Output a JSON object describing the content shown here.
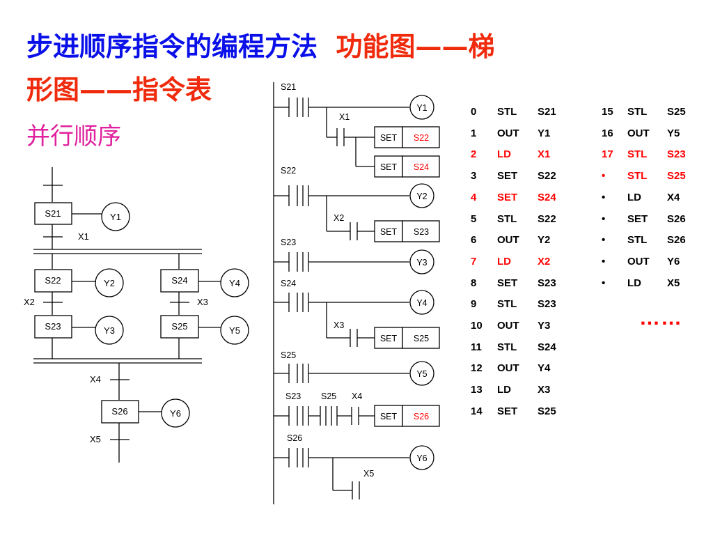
{
  "title": {
    "part1": "步进顺序指令的编程方法",
    "part2": "功能图——梯",
    "part3": "形图——指令表"
  },
  "subtitle": "并行顺序",
  "sfc": {
    "steps": [
      "S21",
      "S22",
      "S24",
      "S23",
      "S25",
      "S26"
    ],
    "outputs": [
      "Y1",
      "Y2",
      "Y4",
      "Y3",
      "Y5",
      "Y6"
    ],
    "transitions": [
      "X1",
      "X2",
      "X3",
      "X4",
      "X5"
    ]
  },
  "ladder": {
    "stl_labels": [
      "S21",
      "S22",
      "S23",
      "S24",
      "S25",
      "S23",
      "S25",
      "S26"
    ],
    "contact_labels": [
      "X1",
      "X2",
      "X3",
      "X4",
      "X5"
    ],
    "coils": [
      "Y1",
      "Y2",
      "Y3",
      "Y4",
      "Y5",
      "Y6"
    ],
    "set_word": "SET",
    "set_targets": [
      "S22",
      "S24",
      "S23",
      "S25",
      "S26"
    ]
  },
  "instructions": {
    "col1": [
      {
        "n": "0",
        "op": "STL",
        "arg": "S21",
        "red": false
      },
      {
        "n": "1",
        "op": "OUT",
        "arg": "Y1",
        "red": false
      },
      {
        "n": "2",
        "op": "LD",
        "arg": "X1",
        "red": true
      },
      {
        "n": "3",
        "op": "SET",
        "arg": "S22",
        "red": false
      },
      {
        "n": "4",
        "op": "SET",
        "arg": "S24",
        "red": true
      },
      {
        "n": "5",
        "op": "STL",
        "arg": "S22",
        "red": false
      },
      {
        "n": "6",
        "op": "OUT",
        "arg": "Y2",
        "red": false
      },
      {
        "n": "7",
        "op": "LD",
        "arg": "X2",
        "red": true
      },
      {
        "n": "8",
        "op": "SET",
        "arg": "S23",
        "red": false
      },
      {
        "n": "9",
        "op": "STL",
        "arg": "S23",
        "red": false
      },
      {
        "n": "10",
        "op": "OUT",
        "arg": "Y3",
        "red": false
      },
      {
        "n": "11",
        "op": "STL",
        "arg": "S24",
        "red": false
      },
      {
        "n": "12",
        "op": "OUT",
        "arg": "Y4",
        "red": false
      },
      {
        "n": "13",
        "op": "LD",
        "arg": "X3",
        "red": false
      },
      {
        "n": "14",
        "op": "SET",
        "arg": "S25",
        "red": false
      }
    ],
    "col2": [
      {
        "n": "15",
        "op": "STL",
        "arg": "S25",
        "red": false
      },
      {
        "n": "16",
        "op": "OUT",
        "arg": "Y5",
        "red": false
      },
      {
        "n": "17",
        "op": "STL",
        "arg": "S23",
        "red": true
      },
      {
        "n": "•",
        "op": "STL",
        "arg": "S25",
        "red": true
      },
      {
        "n": "•",
        "op": "LD",
        "arg": "X4",
        "red": false
      },
      {
        "n": "•",
        "op": "SET",
        "arg": "S26",
        "red": false
      },
      {
        "n": "•",
        "op": "STL",
        "arg": "S26",
        "red": false
      },
      {
        "n": "•",
        "op": "OUT",
        "arg": "Y6",
        "red": false
      },
      {
        "n": "•",
        "op": "LD",
        "arg": "X5",
        "red": false
      }
    ],
    "ellipsis": "……"
  }
}
